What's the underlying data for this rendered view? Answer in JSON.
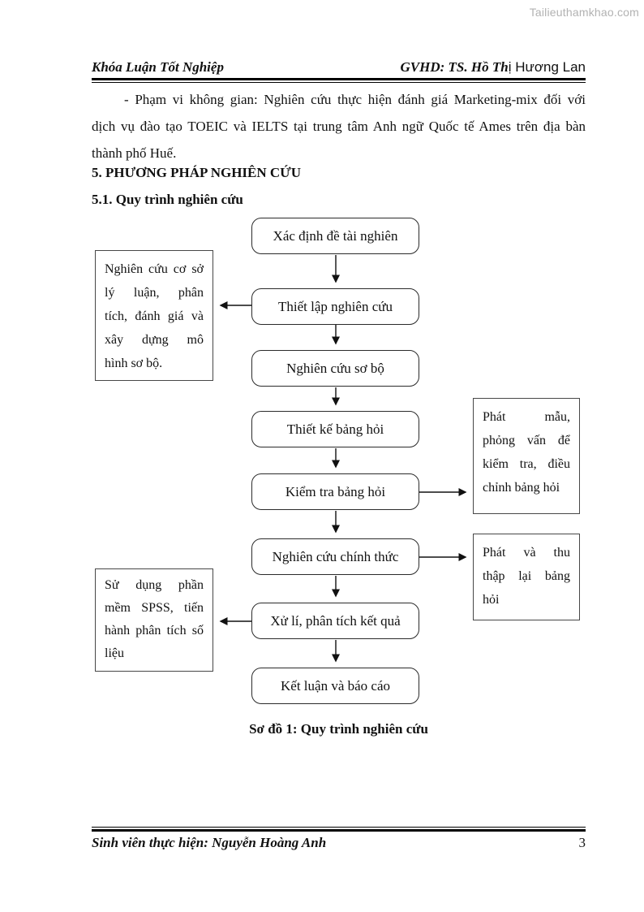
{
  "watermark": "Tailieuthamkhao.com",
  "header": {
    "left_title": "Khóa Luận Tốt Nghiệp",
    "right_title_serif": "GVHD: TS. Hồ Th",
    "right_title_sans": "ị Hương Lan"
  },
  "body": {
    "paragraph_lines": [
      "- Phạm vi không gian: Nghiên cứu thực hiện đánh giá Marketing-mix đối với",
      "dịch vụ đào tạo TOEIC và IELTS tại trung tâm Anh ngữ Quốc tế Ames trên địa bàn",
      "thành phố Huế."
    ],
    "heading_1": "5. PHƯƠNG PHÁP NGHIÊN CỨU",
    "heading_2": "5.1. Quy trình nghiên cứu"
  },
  "diagram": {
    "caption": "Sơ đồ 1: Quy trình nghiên cứu",
    "steps": [
      "Xác định đề tài nghiên",
      "Thiết lập nghiên cứu",
      "Nghiên cứu sơ bộ",
      "Thiết kế bảng hỏi",
      "Kiểm tra bảng hỏi",
      "Nghiên cứu chính thức",
      "Xử lí, phân tích kết quả",
      "Kết luận và báo cáo"
    ],
    "side_notes": {
      "left_top_lines": [
        "Nghiên cứu cơ sở",
        "lý luận, phân",
        "tích, đánh giá và",
        "xây dựng mô",
        "hình sơ bộ."
      ],
      "right_top_lines": [
        "Phát mẫu,",
        "phỏng vấn để",
        "kiểm tra, điều",
        "chỉnh bảng hỏi"
      ],
      "right_bottom_lines": [
        "Phát và thu",
        "thập lại bảng",
        "hỏi"
      ],
      "left_bottom_lines": [
        "Sử dụng phần",
        "mềm SPSS, tiến",
        "hành phân tích số",
        "liệu"
      ]
    }
  },
  "footer": {
    "left_text": "Sinh viên thực hiện: Nguyễn Hoàng Anh",
    "page_number": "3"
  }
}
